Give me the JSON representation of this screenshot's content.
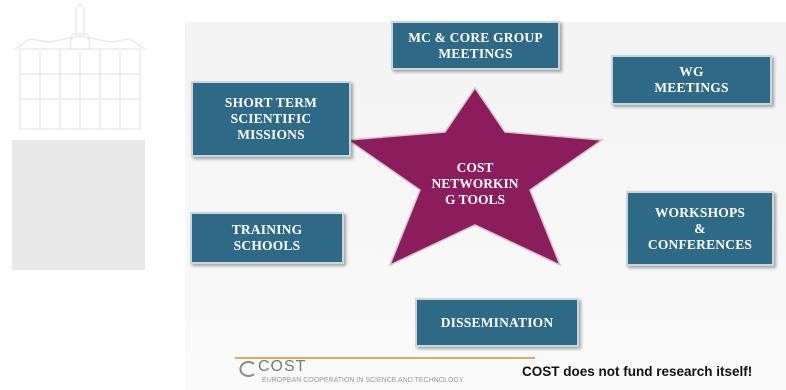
{
  "diagram": {
    "center_label": "COST\nNETWORKIN\nG TOOLS",
    "nodes": {
      "mc_core": "MC & CORE GROUP\nMEETINGS",
      "wg": "WG\nMEETINGS",
      "stsm": "SHORT TERM\nSCIENTIFIC\nMISSIONS",
      "workshops": "WORKSHOPS\n&\nCONFERENCES",
      "training": "TRAINING\nSCHOOLS",
      "dissemination": "DISSEMINATION"
    }
  },
  "footer": {
    "logo_text": "COST",
    "logo_subtitle": "EUROPEAN COOPERATION IN SCIENCE AND TECHNOLOGY",
    "tagline": "COST does not fund research itself!"
  },
  "colors": {
    "box_fill": "#2e6a86",
    "star_fill": "#8b1d5c",
    "footer_line": "#e0a86a"
  }
}
